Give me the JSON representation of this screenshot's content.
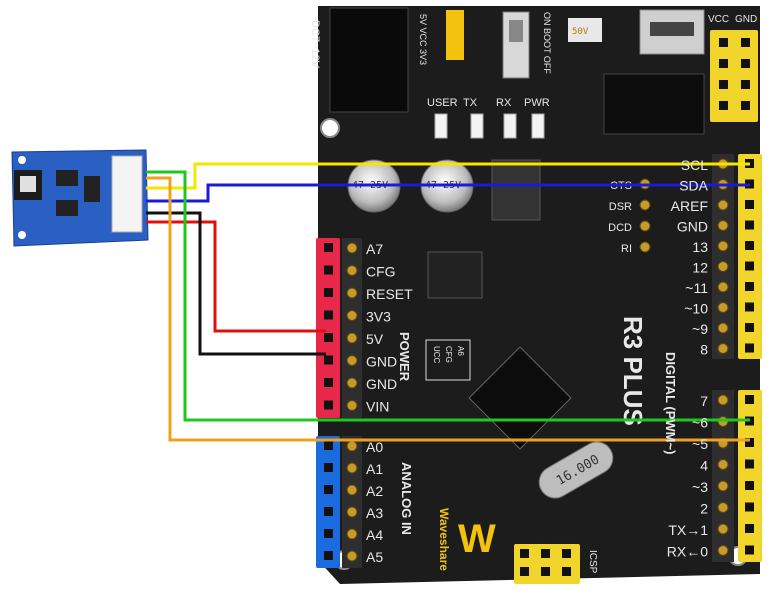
{
  "board": {
    "model": "R3 PLUS",
    "brand": "Waveshare",
    "dc_label": "DC7~12V",
    "power_select": "5V VCC 3V3",
    "boot_switch": "ON BOOT OFF",
    "usb_label": "50V",
    "leds": [
      "USER",
      "TX",
      "RX",
      "PWR"
    ],
    "header_top_labels": [
      "VCC",
      "GND"
    ],
    "caps": [
      "47 25V",
      "47 25V"
    ],
    "crystal": "16.000",
    "icsp": "ICSP",
    "small_cfg": [
      "UCC",
      "CFG",
      "A6"
    ],
    "ctrl_pins": [
      "CTS",
      "DSR",
      "DCD",
      "RI"
    ],
    "power_header": {
      "title": "POWER",
      "pins": [
        "A7",
        "CFG",
        "RESET",
        "3V3",
        "5V",
        "GND",
        "GND",
        "VIN"
      ]
    },
    "analog_header": {
      "title": "ANALOG IN",
      "pins": [
        "A0",
        "A1",
        "A2",
        "A3",
        "A4",
        "A5"
      ]
    },
    "digital_top": {
      "pins": [
        "SCL",
        "SDA",
        "AREF",
        "GND",
        "13",
        "12",
        "~11",
        "~10",
        "~9",
        "8"
      ]
    },
    "digital_bottom": {
      "title": "DIGITAL (PWM~)",
      "pins": [
        "7",
        "~6",
        "~5",
        "4",
        "~3",
        "2",
        "TX→1",
        "RX←0"
      ]
    }
  },
  "sensor": {
    "name": "sensor-module"
  },
  "wires": [
    {
      "name": "scl-wire",
      "color": "#f5e600"
    },
    {
      "name": "sda-wire",
      "color": "#1a1ad8"
    },
    {
      "name": "vcc-wire",
      "color": "#e01010"
    },
    {
      "name": "gnd-wire",
      "color": "#111111"
    },
    {
      "name": "d6-wire",
      "color": "#1ec81e"
    },
    {
      "name": "a0-d5-wire",
      "color": "#f0a020"
    }
  ],
  "colors": {
    "pcb": "#1c1c1c",
    "red_header": "#e8284a",
    "blue_header": "#1a6be0",
    "yellow_header": "#f2d52b",
    "sensor_pcb": "#2a5fc4"
  }
}
